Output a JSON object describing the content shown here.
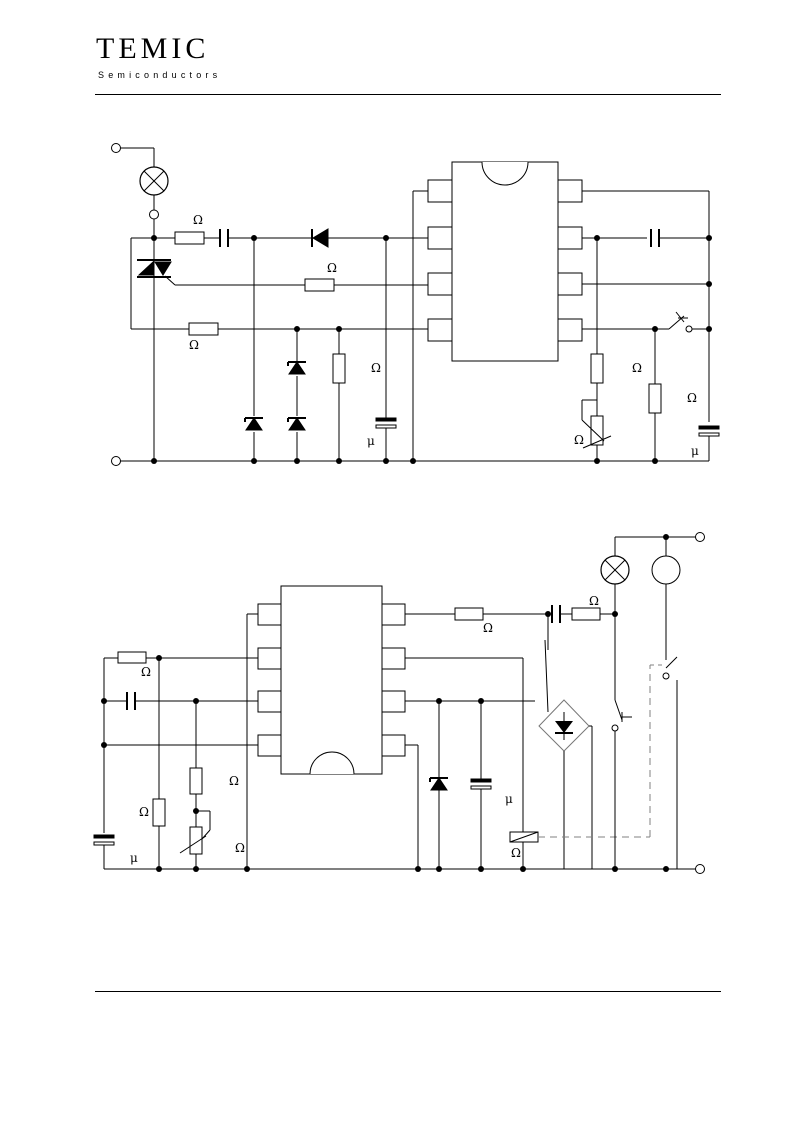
{
  "header": {
    "brand": "TEMIC",
    "subtitle": "Semiconductors"
  },
  "labels": {
    "ohm": "Ω",
    "micro": "μ"
  },
  "colors": {
    "line": "#000000",
    "dashed_link": "#808080",
    "background": "#ffffff"
  }
}
